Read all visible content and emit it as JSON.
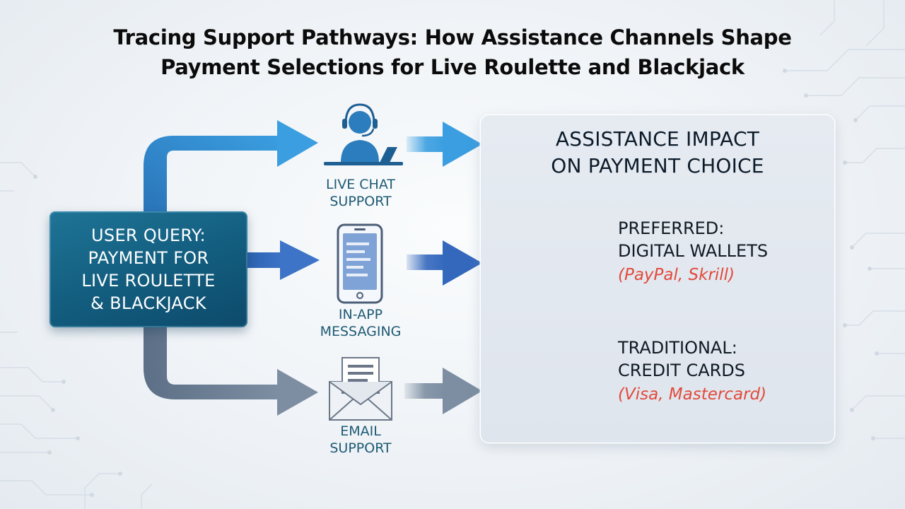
{
  "title": {
    "line1": "Tracing Support Pathways: How Assistance Channels Shape",
    "line2": "Payment Selections for Live Roulette and Blackjack"
  },
  "query": {
    "lines": [
      "USER QUERY:",
      "PAYMENT FOR",
      "LIVE ROULETTE",
      "& BLACKJACK"
    ]
  },
  "channels": {
    "live_chat": {
      "line1": "LIVE CHAT",
      "line2": "SUPPORT",
      "icon": "headset-agent-icon"
    },
    "in_app": {
      "line1": "IN-APP",
      "line2": "MESSAGING",
      "icon": "smartphone-icon"
    },
    "email": {
      "line1": "EMAIL",
      "line2": "SUPPORT",
      "icon": "envelope-icon"
    }
  },
  "impact": {
    "title_line1": "ASSISTANCE IMPACT",
    "title_line2": "ON PAYMENT CHOICE",
    "preferred": {
      "heading": "PREFERRED:",
      "method": "DIGITAL WALLETS",
      "examples": "(PayPal, Skrill)",
      "icon": "casino-chips-stack-icon"
    },
    "traditional": {
      "heading": "TRADITIONAL:",
      "method": "CREDIT CARDS",
      "examples": "(Visa, Mastercard)",
      "icon": "credit-card-icon"
    }
  },
  "colors": {
    "query_box": "#135e80",
    "arrow_top": "#2f8fd0",
    "arrow_middle": "#3468bd",
    "arrow_bottom": "#6b7f95",
    "example_text": "#e24a3b",
    "label_text": "#1d5a74"
  }
}
